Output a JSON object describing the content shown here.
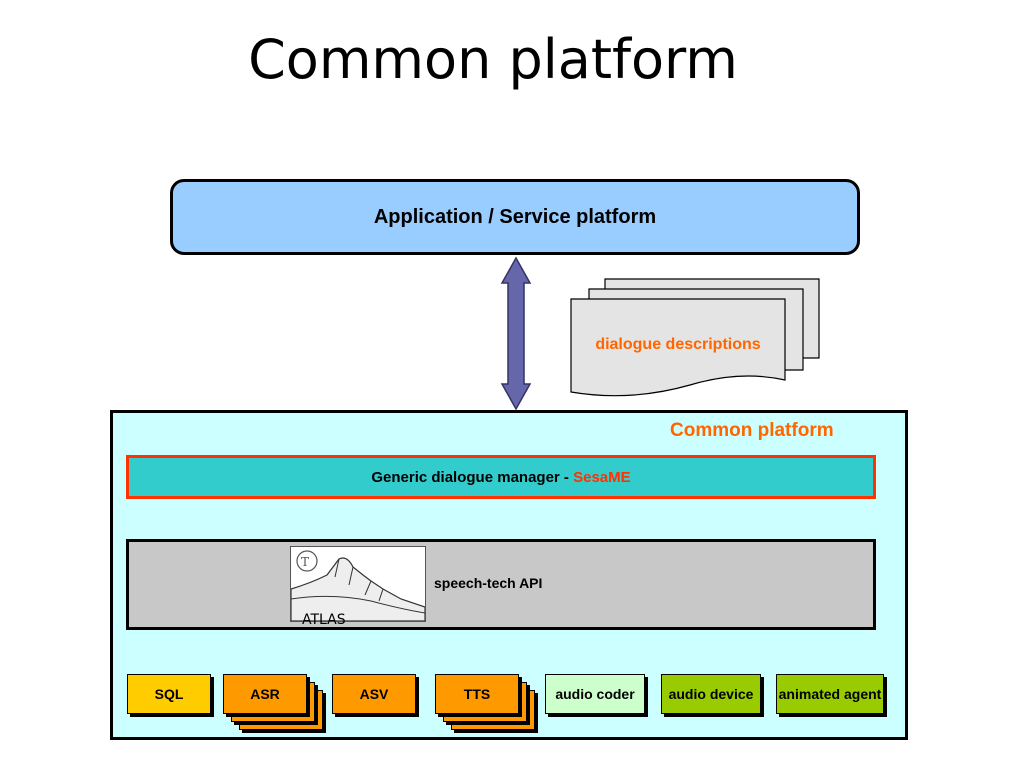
{
  "title": "Common platform",
  "application": {
    "label": "Application / Service platform"
  },
  "dialogue_descriptions": {
    "label": "dialogue descriptions"
  },
  "common_platform": {
    "label": "Common platform"
  },
  "dialogue_manager": {
    "label": "Generic dialogue manager - ",
    "product": "SesaME"
  },
  "speech_api": {
    "label": "speech-tech API",
    "logo_text": "ATLAS"
  },
  "modules": {
    "sql": "SQL",
    "asr": "ASR",
    "asv": "ASV",
    "tts": "TTS",
    "audio_coder": "audio coder",
    "audio_device": "audio device",
    "animated_agent": "animated agent"
  },
  "colors": {
    "application": "#99ccff",
    "common_platform": "#ccffff",
    "dialogue_manager": "#33cccc",
    "accent": "#ff3300",
    "api": "#c8c8c8",
    "module_orange": "#ff9900",
    "module_yellow": "#ffcc00",
    "module_pale_green": "#ccffcc",
    "module_green": "#99cc00"
  }
}
